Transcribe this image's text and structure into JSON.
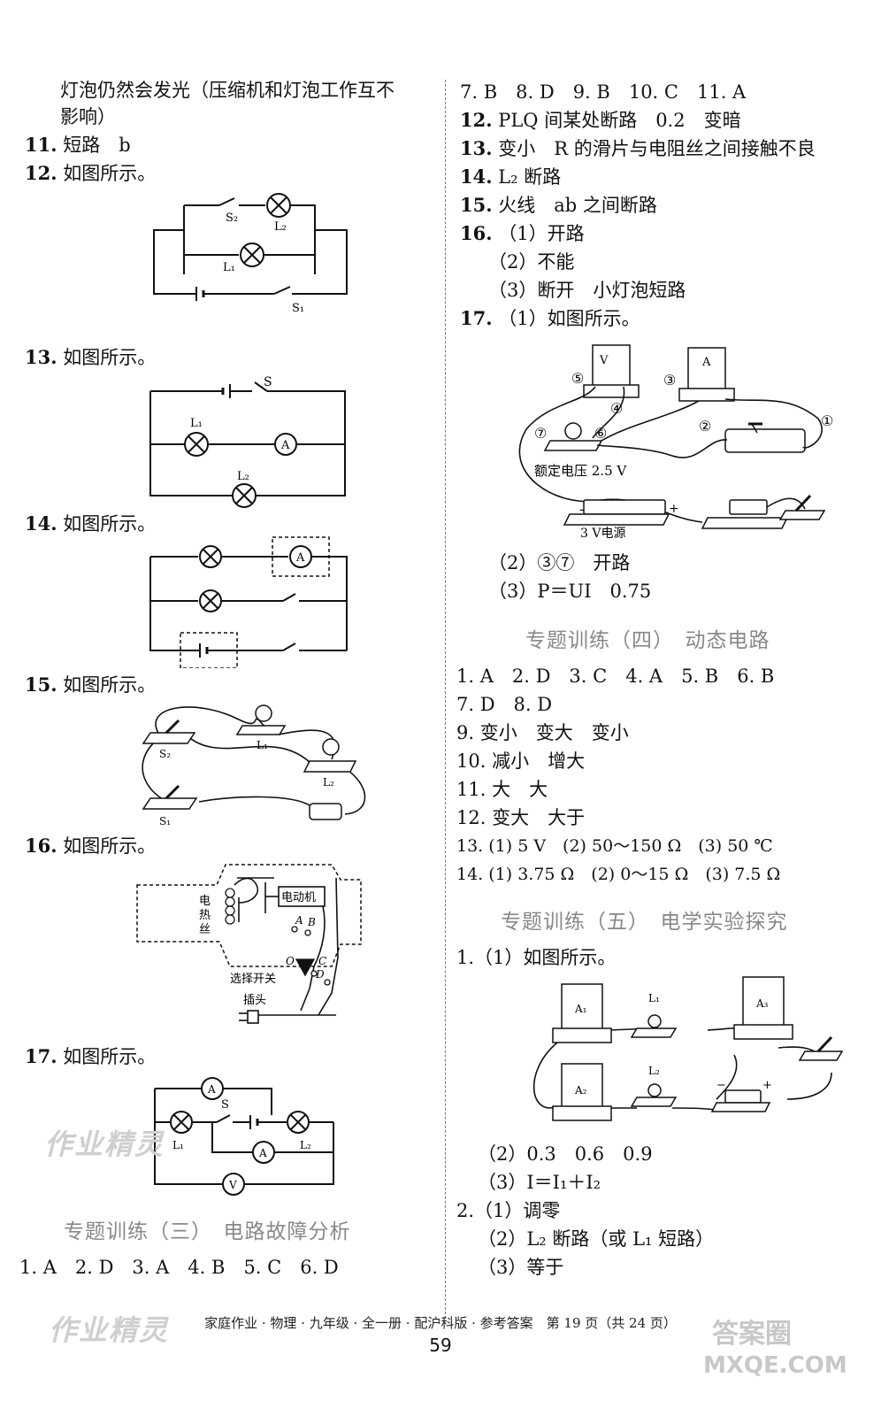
{
  "left": {
    "l1": "灯泡仍然会发光（压缩机和灯泡工作互不",
    "l2": "影响）",
    "q11": "11.",
    "a11": "短路　b",
    "q12": "12.",
    "a12": "如图所示。",
    "q13": "13.",
    "a13": "如图所示。",
    "q14": "14.",
    "a14": "如图所示。",
    "q15": "15.",
    "a15": "如图所示。",
    "q16": "16.",
    "a16": "如图所示。",
    "q17": "17.",
    "a17": "如图所示。",
    "section3": "专题训练（三）　电路故障分析",
    "sec3_answers": "1. A　2. D　3. A　4. B　5. C　6. D"
  },
  "right": {
    "r1": "7. B　8. D　9. B　10. C　11. A",
    "q12": "12.",
    "a12": "PLQ 间某处断路　0.2　变暗",
    "q13": "13.",
    "a13": "变小　R 的滑片与电阻丝之间接触不良",
    "q14": "14.",
    "a14": "L₂ 断路",
    "q15": "15.",
    "a15": "火线　ab 之间断路",
    "q16": "16.",
    "a16_1": "（1）开路",
    "a16_2": "（2）不能",
    "a16_3": "（3）断开　小灯泡短路",
    "q17": "17.",
    "a17_1": "（1）如图所示。",
    "a17_2": "（2）③⑦　开路",
    "a17_3": "（3）P＝UI　0.75",
    "section4": "专题训练（四）　动态电路",
    "s4_1": "1. A　2. D　3. C　4. A　5. B　6. B",
    "s4_2": "7. D　8. D",
    "s4_9": "9. 变小　变大　变小",
    "s4_10": "10. 减小　增大",
    "s4_11": "11. 大　大",
    "s4_12": "12. 变大　大于",
    "s4_13": "13. (1) 5 V　(2) 50～150 Ω　(3) 50 ℃",
    "s4_14": "14. (1) 3.75 Ω　(2) 0～15 Ω　(3) 7.5 Ω",
    "section5": "专题训练（五）　电学实验探究",
    "s5_1": "1.（1）如图所示。",
    "s5_1b": "（2）0.3　0.6　0.9",
    "s5_1c": "（3）I＝I₁＋I₂",
    "s5_2": "2.（1）调零",
    "s5_2b": "（2）L₂ 断路（或 L₁ 短路）",
    "s5_2c": "（3）等于"
  },
  "figures": {
    "f12": {
      "s2": "S₂",
      "l2": "L₂",
      "l1": "L₁",
      "s1": "S₁"
    },
    "f13": {
      "s": "S",
      "l1": "L₁",
      "a": "A",
      "l2": "L₂"
    },
    "f14": {
      "a": "A"
    },
    "f15": {
      "s2": "S₂",
      "l1": "L₁",
      "l2": "L₂",
      "s1": "S₁"
    },
    "f16": {
      "heater": "电热丝",
      "motor": "电动机",
      "switch": "选择开关",
      "plug": "插头",
      "a": "A",
      "b": "B",
      "c": "C",
      "d": "D",
      "o": "O"
    },
    "f17": {
      "a1": "A",
      "s": "S",
      "l1": "L₁",
      "a2": "A",
      "l2": "L₂",
      "v": "V"
    },
    "r17": {
      "n5": "⑤",
      "n3": "③",
      "n4": "④",
      "n2": "②",
      "n1": "①",
      "n7": "⑦",
      "n6": "⑥",
      "lamp": "额定电压 2.5 V",
      "src": "3 V电源",
      "v": "V",
      "a": "A",
      "minus": "−",
      "plus": "+"
    },
    "r5": {
      "a1": "A₁",
      "l1": "L₁",
      "a3": "A₃",
      "a2": "A₂",
      "l2": "L₂",
      "minus": "−",
      "plus": "+"
    }
  },
  "footer": "家庭作业 · 物理 · 九年级 · 全一册 · 配沪科版 · 参考答案　第 19 页（共 24 页）",
  "page_number": "59",
  "watermark1": "作业精灵",
  "watermark2": "作业精灵",
  "watermark3": "答案圈",
  "watermark4": "MXQE.COM"
}
